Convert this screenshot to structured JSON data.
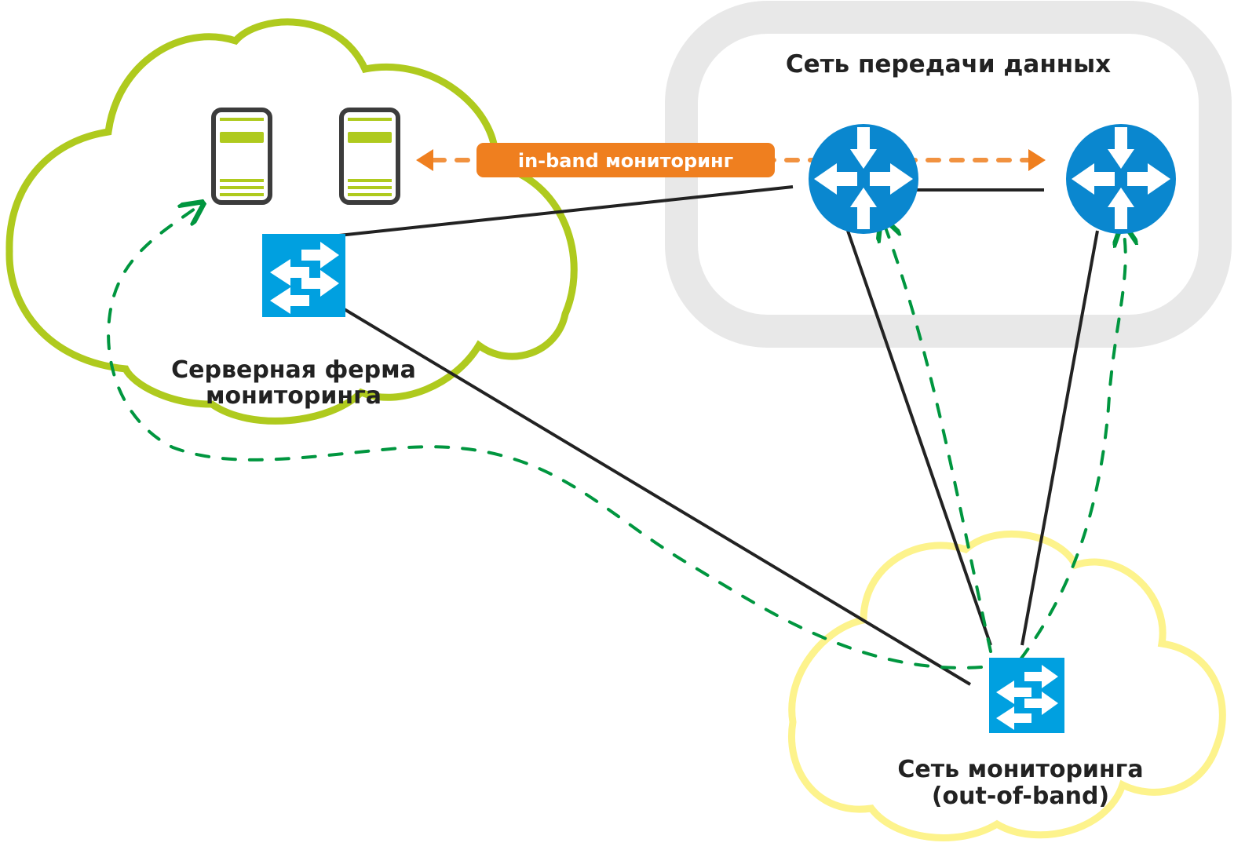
{
  "diagram": {
    "zones": {
      "data_network": {
        "title": "Сеть передачи данных"
      },
      "server_farm": {
        "title_line1": "Серверная ферма",
        "title_line2": "мониторинга"
      },
      "monitoring_network": {
        "title_line1": "Сеть мониторинга",
        "title_line2": "(out-of-band)"
      }
    },
    "badges": {
      "in_band": "in-band мониторинг"
    },
    "nodes": [
      {
        "id": "server-1",
        "type": "server-icon"
      },
      {
        "id": "server-2",
        "type": "server-icon"
      },
      {
        "id": "farm-switch",
        "type": "switch-icon"
      },
      {
        "id": "router-1",
        "type": "router-icon"
      },
      {
        "id": "router-2",
        "type": "router-icon"
      },
      {
        "id": "oob-switch",
        "type": "switch-icon"
      }
    ],
    "colors": {
      "farm_cloud": "#afca1e",
      "oob_cloud": "#fdf38c",
      "data_net_zone": "#e8e8e8",
      "device_blue": "#0a87cf",
      "switch_blue": "#00a0e0",
      "in_band": "#ef7f1f",
      "out_of_band": "#00963f",
      "link": "#222222"
    }
  }
}
